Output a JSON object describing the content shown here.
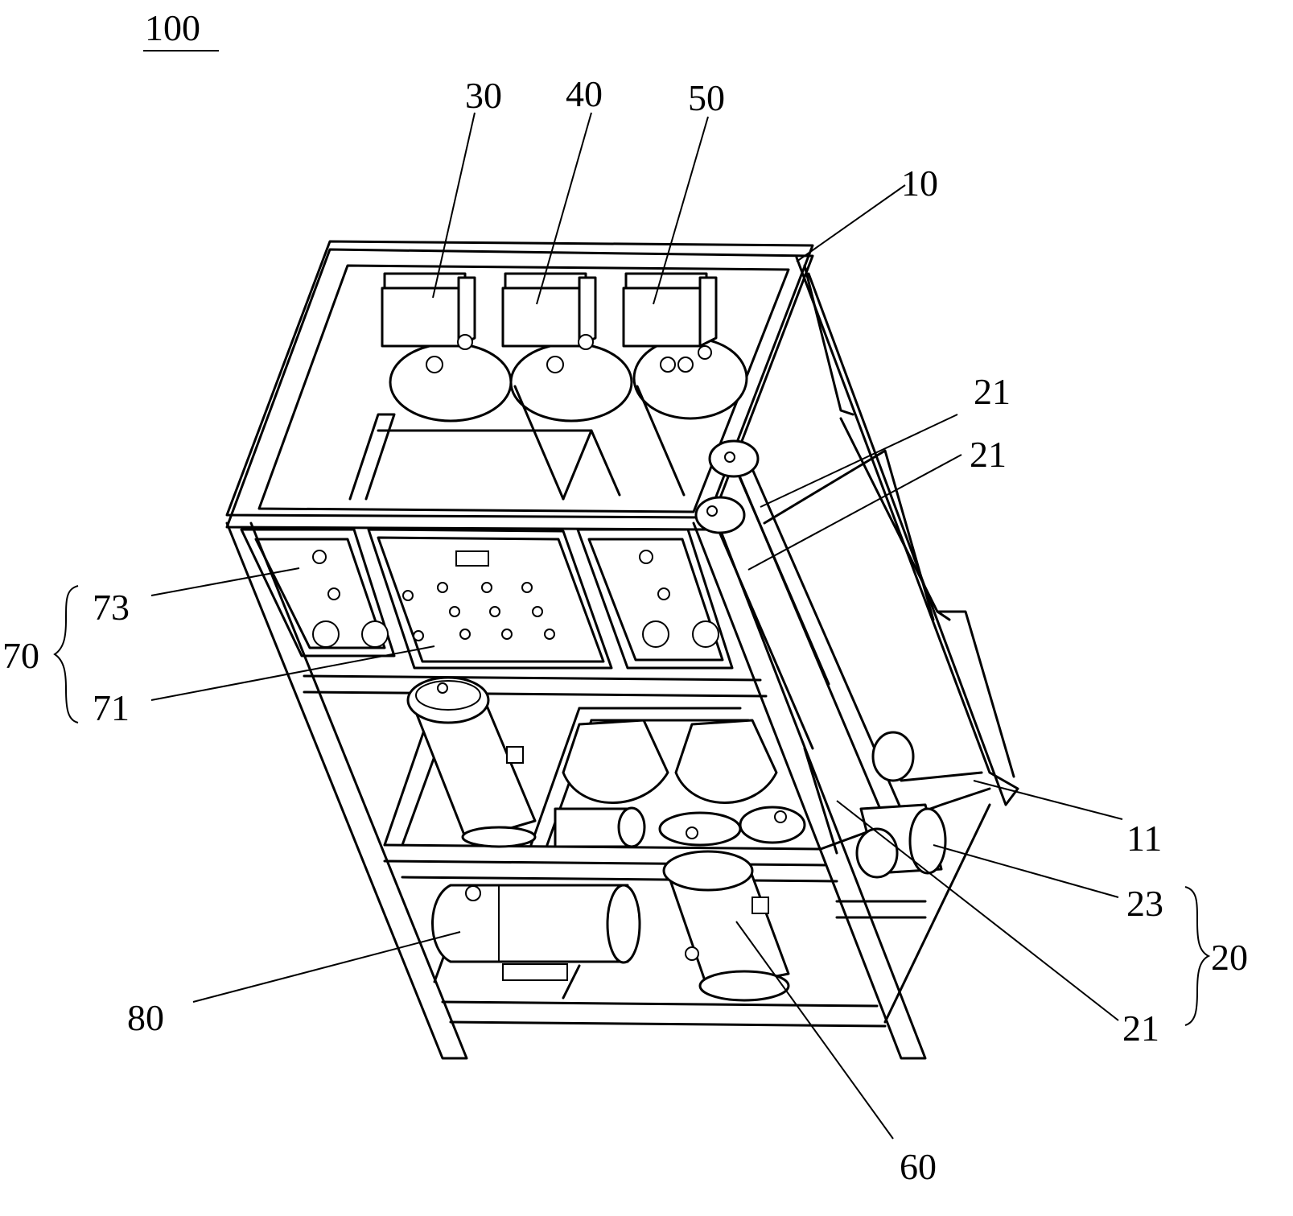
{
  "figure": {
    "assembly_label": "100",
    "callouts": {
      "c30": "30",
      "c40": "40",
      "c50": "50",
      "c10": "10",
      "c21a": "21",
      "c21b": "21",
      "c21c": "21",
      "c73": "73",
      "c70": "70",
      "c71": "71",
      "c11": "11",
      "c23": "23",
      "c20": "20",
      "c80": "80",
      "c60": "60"
    }
  }
}
